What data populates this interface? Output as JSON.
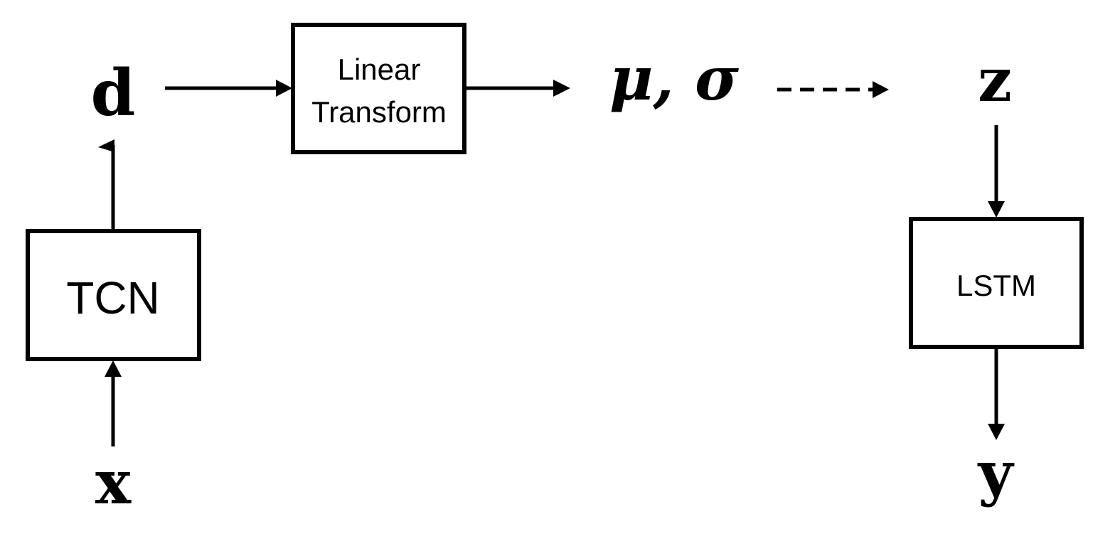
{
  "nodes": {
    "tcn": {
      "label": "TCN"
    },
    "linear_transform": {
      "line1": "Linear",
      "line2": "Transform"
    },
    "lstm": {
      "label": "LSTM"
    }
  },
  "variables": {
    "x": "x",
    "d": "d",
    "mu_sigma": "μ, σ",
    "z": "z",
    "y": "y"
  },
  "edges": [
    {
      "from": "x",
      "to": "TCN",
      "style": "solid"
    },
    {
      "from": "TCN",
      "to": "d",
      "style": "solid"
    },
    {
      "from": "d",
      "to": "Linear Transform",
      "style": "solid"
    },
    {
      "from": "Linear Transform",
      "to": "μ, σ",
      "style": "solid"
    },
    {
      "from": "μ, σ",
      "to": "z",
      "style": "dashed"
    },
    {
      "from": "z",
      "to": "LSTM",
      "style": "solid"
    },
    {
      "from": "LSTM",
      "to": "y",
      "style": "solid"
    }
  ],
  "colors": {
    "stroke": "#000000",
    "background": "#ffffff"
  }
}
